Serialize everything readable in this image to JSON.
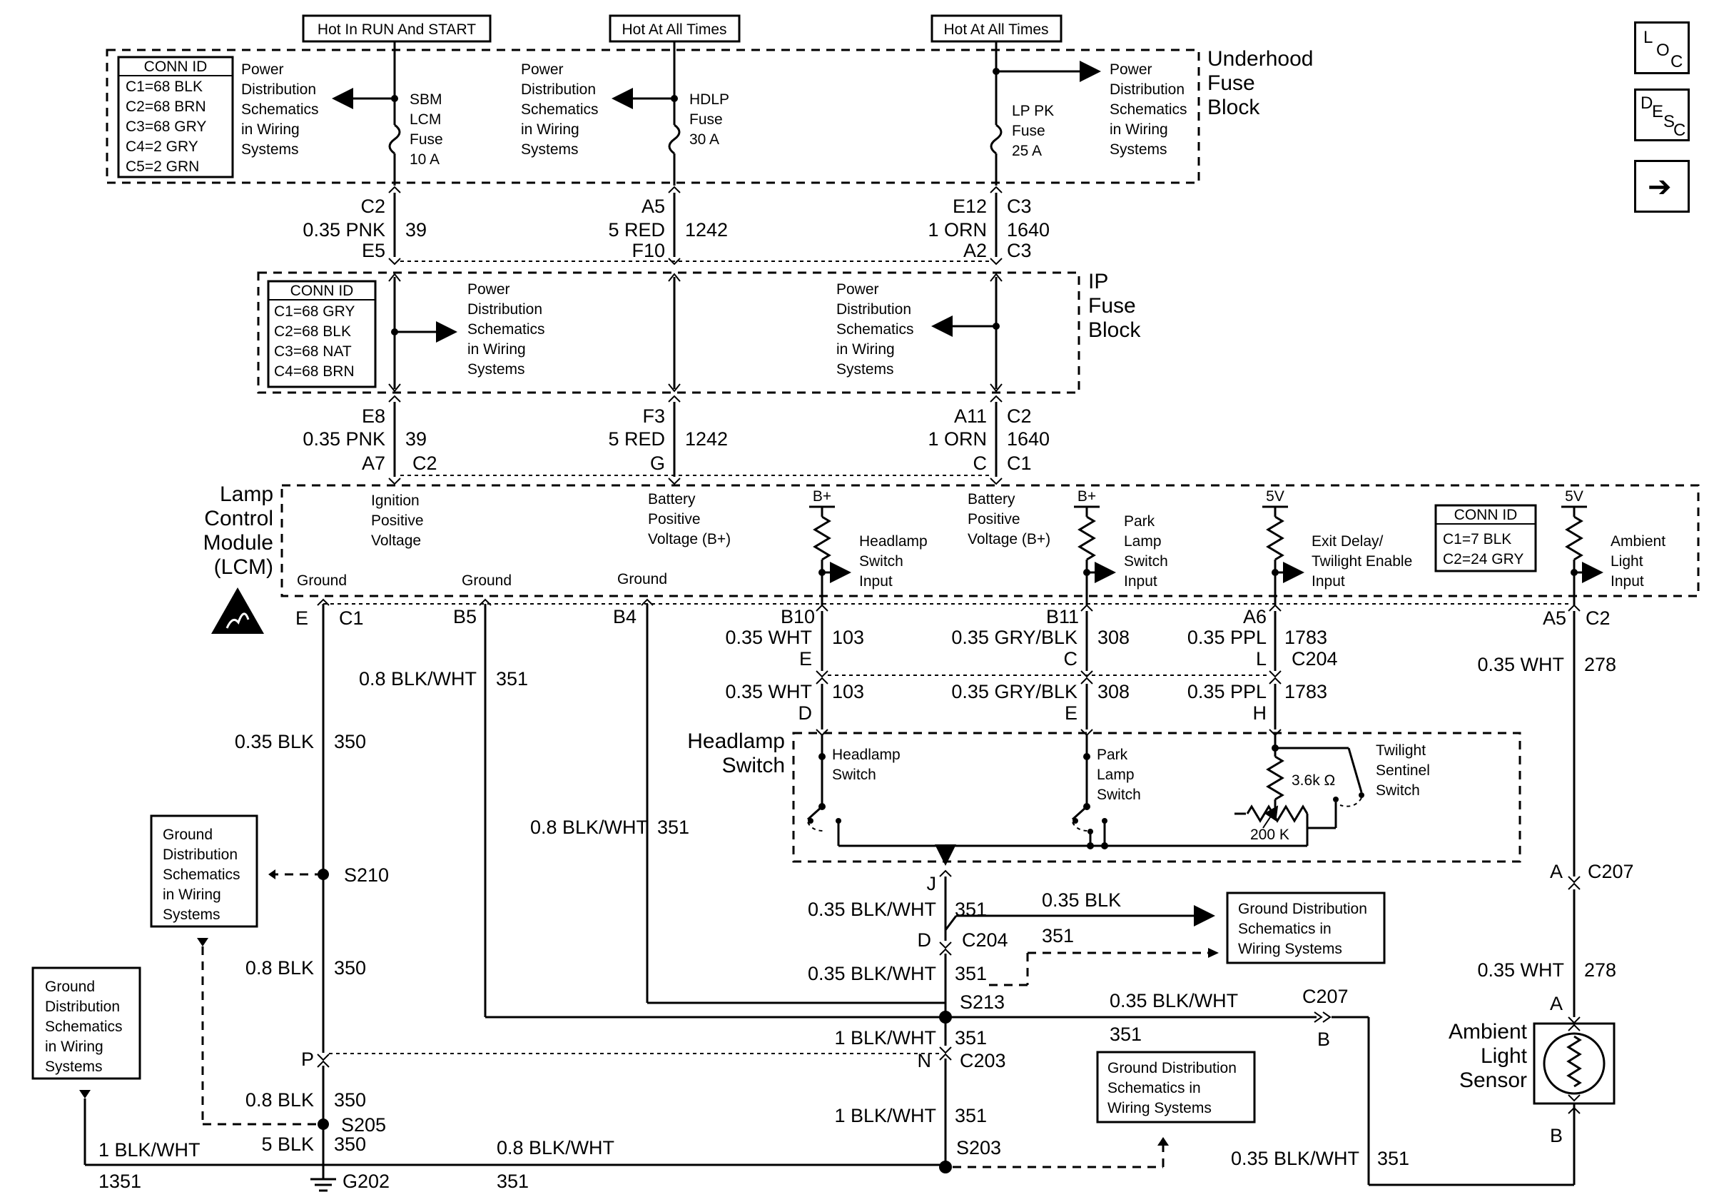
{
  "header_tags": {
    "hot_run_start": "Hot In RUN And START",
    "hot_all_1": "Hot At All Times",
    "hot_all_2": "Hot At All Times"
  },
  "blocks": {
    "underhood": {
      "line1": "Underhood",
      "line2": "Fuse",
      "line3": "Block"
    },
    "ip": {
      "line1": "IP",
      "line2": "Fuse",
      "line3": "Block"
    },
    "lcm": {
      "line1": "Lamp",
      "line2": "Control",
      "line3": "Module",
      "line4": "(LCM)"
    },
    "headlamp_switch": {
      "line1": "Headlamp",
      "line2": "Switch"
    }
  },
  "conn_id_underhood": {
    "title": "CONN ID",
    "rows": [
      "C1=68 BLK",
      "C2=68 BRN",
      "C3=68 GRY",
      "C4=2 GRY",
      "C5=2 GRN"
    ]
  },
  "conn_id_ip": {
    "title": "CONN ID",
    "rows": [
      "C1=68 GRY",
      "C2=68 BLK",
      "C3=68 NAT",
      "C4=68 BRN"
    ]
  },
  "conn_id_lcm": {
    "title": "CONN ID",
    "rows": [
      "C1=7 BLK",
      "C2=24 GRY"
    ]
  },
  "power_dist_ref": [
    "Power",
    "Distribution",
    "Schematics",
    "in Wiring",
    "Systems"
  ],
  "ground_dist_ref": [
    "Ground",
    "Distribution",
    "Schematics",
    "in Wiring",
    "Systems"
  ],
  "ground_dist_ref_3line": [
    "Ground Distribution",
    "Schematics in",
    "Wiring Systems"
  ],
  "fuses": {
    "sbm": [
      "SBM",
      "LCM",
      "Fuse",
      "10 A"
    ],
    "hdlp": [
      "HDLP",
      "Fuse",
      "30 A"
    ],
    "lppk": [
      "LP PK",
      "Fuse",
      "25 A"
    ]
  },
  "circuit_39": {
    "pin_top": "C2",
    "pin_bot": "E5",
    "wire": "0.35 PNK",
    "num": "39",
    "pin_ip_top": "E8",
    "pin_ip_bot": "A7",
    "conn_ip": "C2"
  },
  "circuit_1242": {
    "pin_top": "A5",
    "pin_bot": "F10",
    "wire": "5 RED",
    "num": "1242",
    "pin_ip_top": "F3",
    "pin_ip_bot": "G"
  },
  "circuit_1640": {
    "pin_top": "E12",
    "pin_bot": "A2",
    "conn_top": "C3",
    "conn_bot": "C3",
    "wire": "1 ORN",
    "num": "1640",
    "pin_ip_top": "A11",
    "pin_ip_bot": "C",
    "conn_ip_top": "C2",
    "conn_ip_bot": "C1"
  },
  "lcm_inputs": {
    "ign": [
      "Ignition",
      "Positive",
      "Voltage"
    ],
    "bat1": [
      "Battery",
      "Positive",
      "Voltage (B+)"
    ],
    "bat2": [
      "Battery",
      "Positive",
      "Voltage (B+)"
    ],
    "hdlp_sw": [
      "Headlamp",
      "Switch",
      "Input"
    ],
    "park_sw": [
      "Park",
      "Lamp",
      "Switch",
      "Input"
    ],
    "exit": [
      "Exit Delay/",
      "Twilight Enable",
      "Input"
    ],
    "ambient": [
      "Ambient",
      "Light",
      "Input"
    ],
    "ground": "Ground",
    "bplus": "B+",
    "five_v": "5V"
  },
  "lcm_pins": {
    "e": "E",
    "c1": "C1",
    "b5": "B5",
    "b4": "B4",
    "b10": "B10",
    "b11": "B11",
    "a6": "A6",
    "a5": "A5",
    "c2": "C2"
  },
  "wires": {
    "w103": "0.35 WHT",
    "n103": "103",
    "w308": "0.35 GRY/BLK",
    "n308": "308",
    "w1783": "0.35 PPL",
    "n1783": "1783",
    "w278": "0.35 WHT",
    "n278": "278",
    "w351_08": "0.8 BLK/WHT",
    "n351": "351",
    "w350_035": "0.35 BLK",
    "n350": "350",
    "w350_08": "0.8 BLK",
    "w351_035": "0.35 BLK/WHT",
    "w351_1": "1 BLK/WHT",
    "w350_5": "5 BLK",
    "w1351": "1 BLK/WHT",
    "n1351": "1351",
    "w_035blk": "0.35 BLK"
  },
  "connectors": {
    "e": "E",
    "c": "C",
    "l": "L",
    "c204": "C204",
    "d": "D",
    "e2": "E",
    "h": "H",
    "j": "J",
    "d2": "D",
    "c204b": "C204",
    "p": "P",
    "n": "N",
    "c203": "C203",
    "a": "A",
    "c207": "C207",
    "a2": "A",
    "b": "B",
    "b2": "B",
    "c207b": "C207"
  },
  "splices": {
    "s210": "S210",
    "s205": "S205",
    "s213": "S213",
    "s203": "S203",
    "g202": "G202"
  },
  "switch_labels": {
    "hdlp": [
      "Headlamp",
      "Switch"
    ],
    "park": [
      "Park",
      "Lamp",
      "Switch"
    ],
    "twilight": [
      "Twilight",
      "Sentinel",
      "Switch"
    ],
    "r1": "3.6k Ω",
    "r2": "200 K"
  },
  "sensor": [
    "Ambient",
    "Light",
    "Sensor"
  ],
  "side_buttons": {
    "loc_main": "L",
    "loc_o": "O",
    "loc_c": "C",
    "desc_d": "D",
    "desc_e": "E",
    "desc_s": "S",
    "desc_c": "C",
    "arrow": "➔"
  }
}
